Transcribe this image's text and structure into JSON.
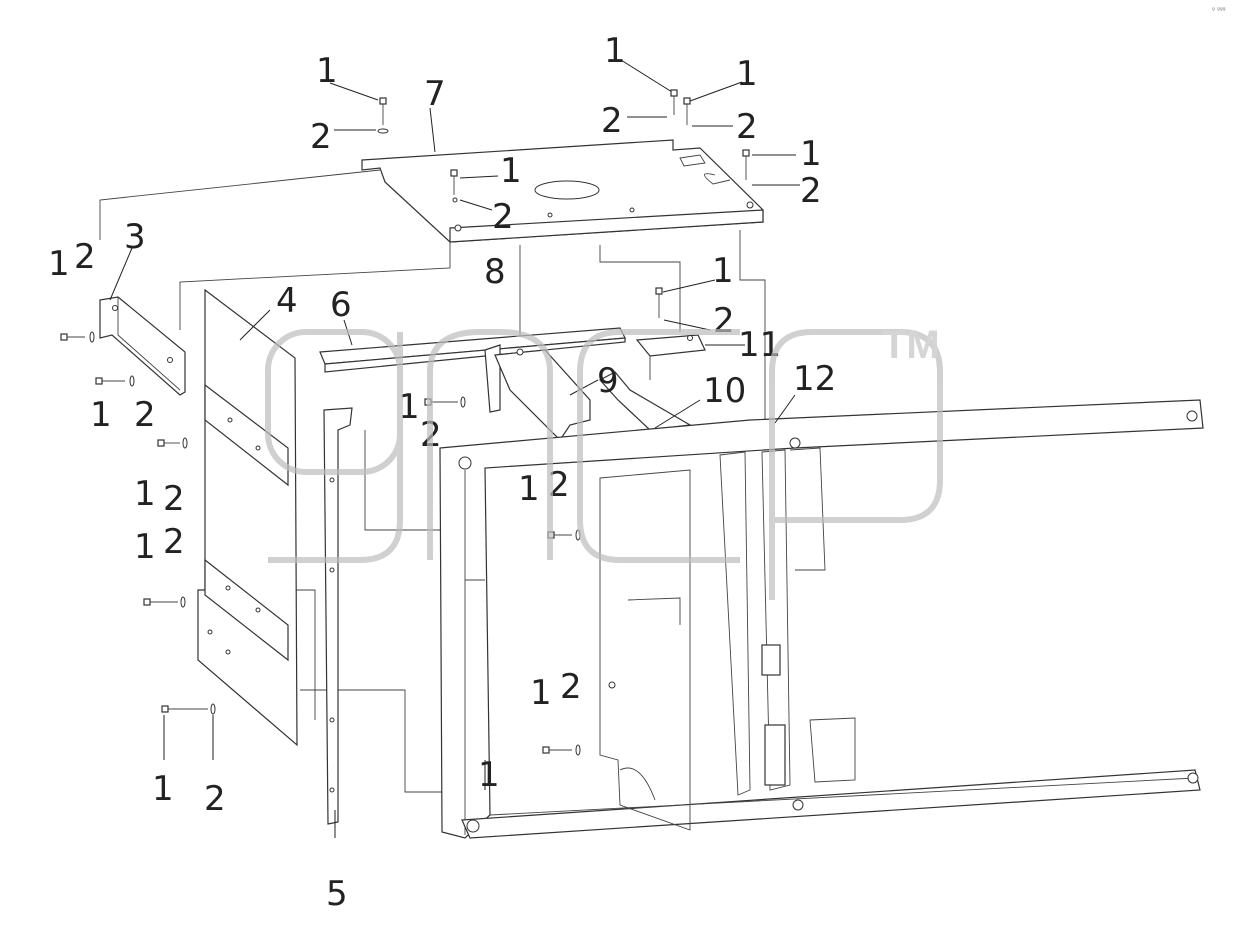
{
  "diagram": {
    "corner_mark": "ᵍ ᵍᵍᵍ",
    "watermark": {
      "logo_text": "gncp",
      "trademark": "TM"
    },
    "callouts": [
      {
        "id": "c1",
        "text": "1"
      },
      {
        "id": "c2",
        "text": "2"
      },
      {
        "id": "c3",
        "text": "7"
      },
      {
        "id": "c4",
        "text": "1"
      },
      {
        "id": "c5",
        "text": "1"
      },
      {
        "id": "c6",
        "text": "2"
      },
      {
        "id": "c7",
        "text": "2"
      },
      {
        "id": "c8",
        "text": "1"
      },
      {
        "id": "c9",
        "text": "2"
      },
      {
        "id": "c10",
        "text": "1"
      },
      {
        "id": "c11",
        "text": "2"
      },
      {
        "id": "c12",
        "text": "1"
      },
      {
        "id": "c13",
        "text": "2"
      },
      {
        "id": "c14",
        "text": "3"
      },
      {
        "id": "c15",
        "text": "4"
      },
      {
        "id": "c16",
        "text": "6"
      },
      {
        "id": "c17",
        "text": "8"
      },
      {
        "id": "c18",
        "text": "1"
      },
      {
        "id": "c19",
        "text": "2"
      },
      {
        "id": "c20",
        "text": "11"
      },
      {
        "id": "c21",
        "text": "9"
      },
      {
        "id": "c22",
        "text": "10"
      },
      {
        "id": "c23",
        "text": "12"
      },
      {
        "id": "c24",
        "text": "1"
      },
      {
        "id": "c25",
        "text": "2"
      },
      {
        "id": "c26",
        "text": "1"
      },
      {
        "id": "c27",
        "text": "2"
      },
      {
        "id": "c28",
        "text": "1"
      },
      {
        "id": "c29",
        "text": "2"
      },
      {
        "id": "c30",
        "text": "1"
      },
      {
        "id": "c31",
        "text": "2"
      },
      {
        "id": "c32",
        "text": "1"
      },
      {
        "id": "c33",
        "text": "2"
      },
      {
        "id": "c34",
        "text": "1"
      },
      {
        "id": "c35",
        "text": "2"
      },
      {
        "id": "c36",
        "text": "1"
      },
      {
        "id": "c37",
        "text": "5"
      },
      {
        "id": "c38",
        "text": "1"
      },
      {
        "id": "c39",
        "text": "2"
      }
    ]
  }
}
